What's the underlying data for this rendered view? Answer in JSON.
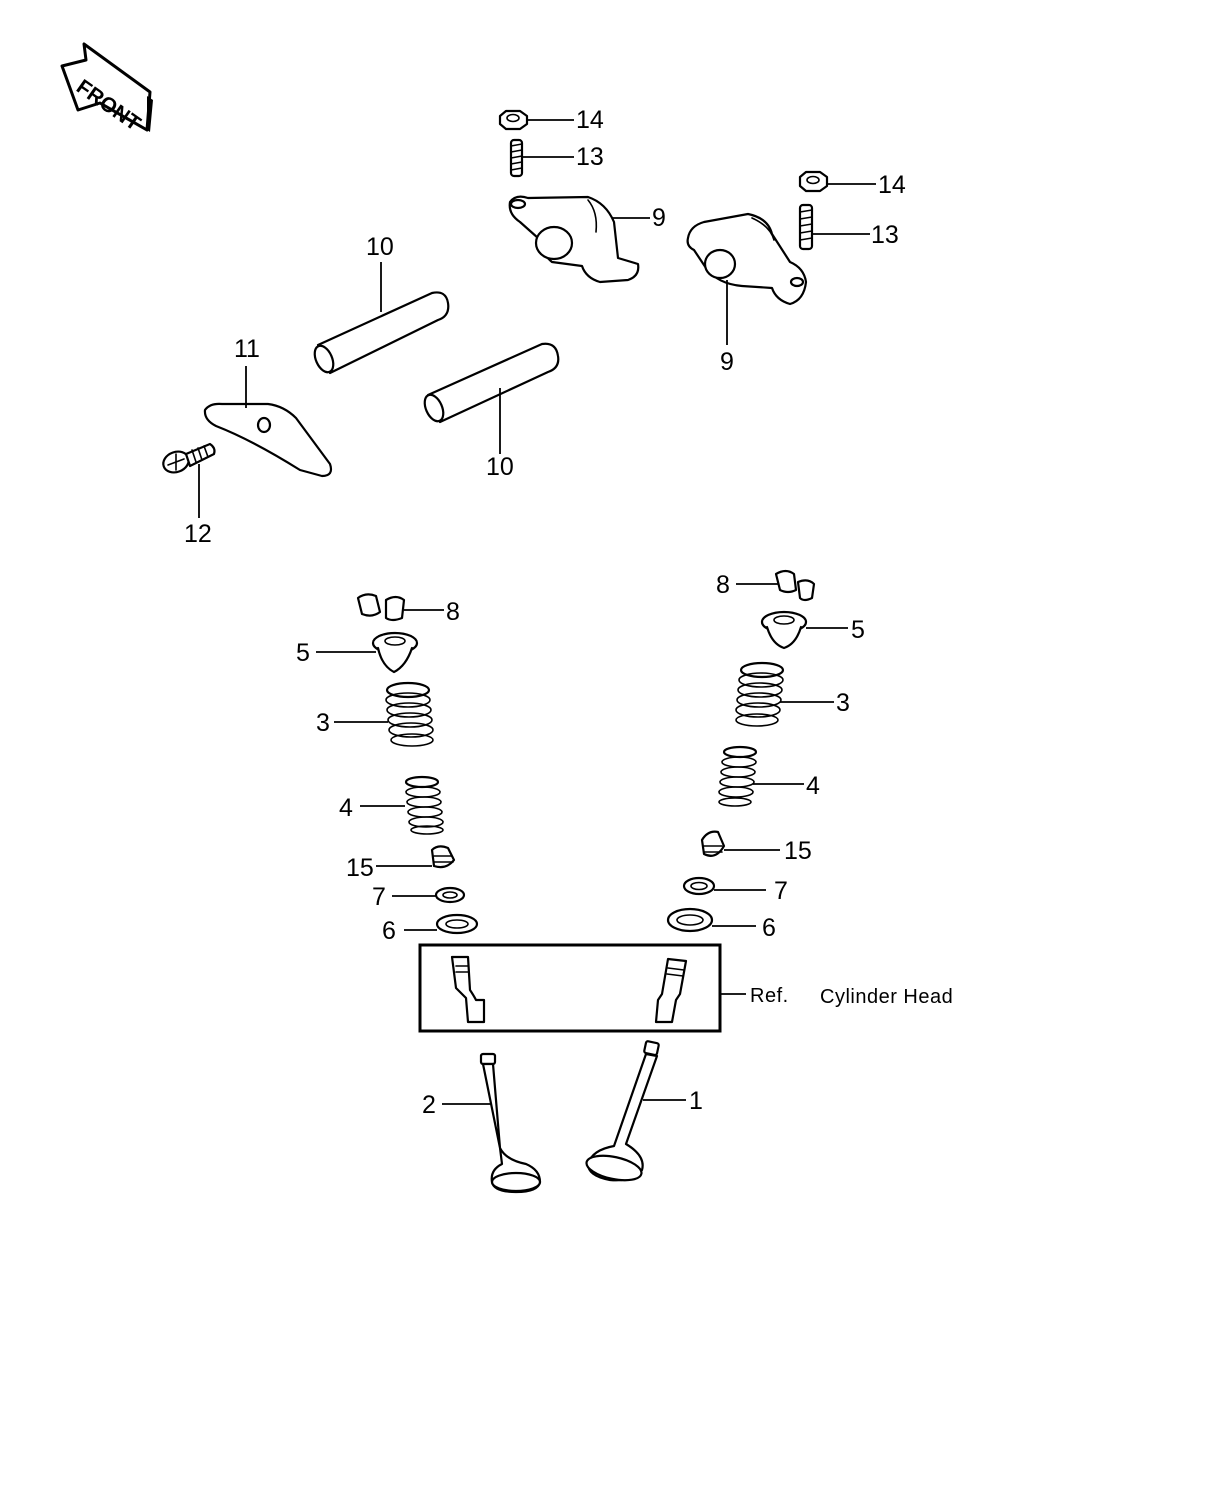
{
  "front_badge": {
    "label": "FRONT"
  },
  "reference": {
    "prefix": "Ref.",
    "text": "Cylinder Head"
  },
  "callouts": {
    "n1": "1",
    "n2": "2",
    "n3": "3",
    "n4": "4",
    "n5": "5",
    "n6": "6",
    "n7": "7",
    "n8": "8",
    "n9": "9",
    "n10": "10",
    "n11": "11",
    "n12": "12",
    "n13": "13",
    "n14": "14",
    "n15": "15"
  }
}
